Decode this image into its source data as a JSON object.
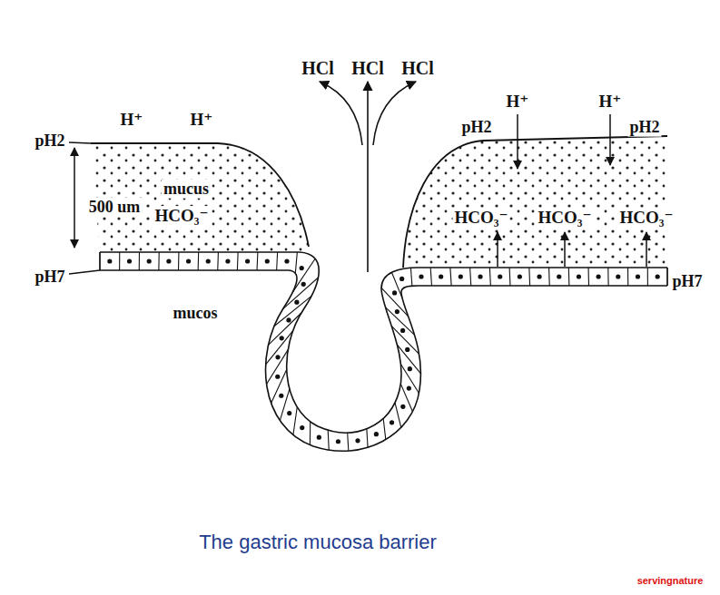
{
  "diagram": {
    "caption": "The gastric mucosa barrier",
    "labels": [
      "HCl",
      "HCl",
      "HCl",
      "H⁺",
      "H⁺",
      "H⁺",
      "H⁺",
      "pH2",
      "pH2",
      "pH2",
      "500 um",
      "mucus",
      "HCO₃⁻",
      "HCO₃⁻",
      "HCO₃⁻",
      "HCO₃⁻",
      "pH7",
      "pH7",
      "mucos",
      "servingnature"
    ]
  }
}
